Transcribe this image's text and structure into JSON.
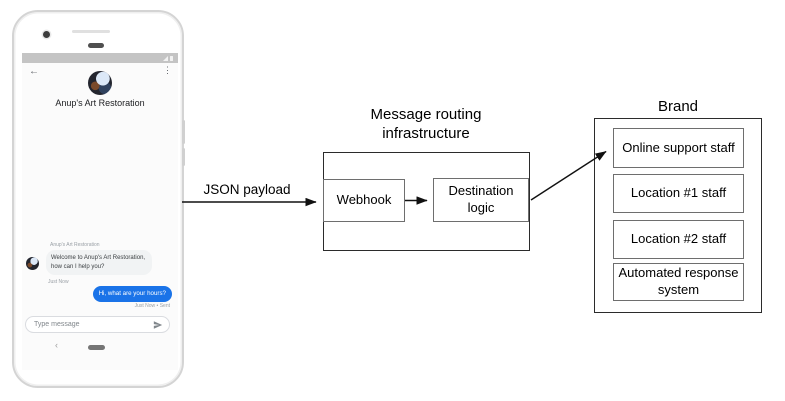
{
  "phone": {
    "status_bar": {
      "signal_icon": "signal-triangle",
      "battery_icon": "battery"
    },
    "chat_header": {
      "back_icon": "←",
      "menu_icon": "⋮",
      "title": "Anup's Art Restoration"
    },
    "conversation": {
      "sender_label": "Anup's Art Restoration",
      "incoming_message": "Welcome to Anup's Art Restoration, how can I help you?",
      "incoming_timestamp": "Just Now",
      "outgoing_message": "Hi, what are your hours?",
      "outgoing_status": "Just Now • Sent"
    },
    "composer": {
      "placeholder": "Type message",
      "send_icon": "send-paper-plane"
    },
    "nav": {
      "back_icon": "‹"
    }
  },
  "diagram": {
    "payload_arrow_label": "JSON payload",
    "routing_title": "Message routing infrastructure",
    "webhook_label": "Webhook",
    "destination_label": "Destination logic",
    "brand_title": "Brand",
    "brand_items": [
      "Online support staff",
      "Location #1 staff",
      "Location #2 staff",
      "Automated response system"
    ]
  },
  "colors": {
    "outgoing_bubble": "#1a73e8",
    "incoming_bubble": "#f1f3f4",
    "status_bar": "#c4c4c4",
    "diagram_stroke": "#000000"
  }
}
